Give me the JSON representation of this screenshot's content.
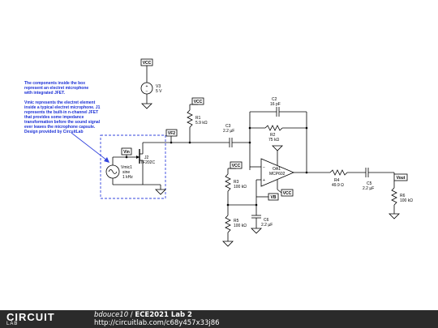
{
  "note": {
    "lines": [
      "The components inside the box",
      "represent an electret microphone",
      "with integrated JFET.",
      "",
      "Vmic represents the electret element",
      "inside a typical electret microphone. J1",
      "represents the built-in n-channel JFET",
      "that provides some impedance",
      "transformation before the sound signal",
      "ever leaves the microphone capsule.",
      "Design provided by CircuitLab"
    ]
  },
  "nets": {
    "vcc": "VCC",
    "vf2": "VF2",
    "vin": "Vin",
    "vb": "VB",
    "vout": "Vout"
  },
  "components": {
    "v3": {
      "name": "V3",
      "value": "5 V"
    },
    "r1": {
      "name": "R1",
      "value": "5.9 kΩ"
    },
    "c3": {
      "name": "C3",
      "value": "2.2 µF"
    },
    "c2": {
      "name": "C2",
      "value": "16 pF"
    },
    "r2": {
      "name": "R2",
      "value": "75 kΩ"
    },
    "j2": {
      "name": "J2",
      "value": "TF202C"
    },
    "vmic": {
      "name": "Vmic1",
      "shape": "sine",
      "freq": "1 kHz"
    },
    "r3": {
      "name": "R3",
      "value": "100 kΩ"
    },
    "r5": {
      "name": "R5",
      "value": "100 kΩ"
    },
    "c6": {
      "name": "C6",
      "value": "2.2 µF"
    },
    "oa1": {
      "name": "OA1",
      "value": "MCP602"
    },
    "r4": {
      "name": "R4",
      "value": "49.9 Ω"
    },
    "c5": {
      "name": "C5",
      "value": "2.2 µF"
    },
    "r6": {
      "name": "R6",
      "value": "100 kΩ"
    }
  },
  "footer": {
    "logo_main": "CIRCUIT",
    "logo_sub": "LAB",
    "user": "bdouce10",
    "separator": " / ",
    "title": "ECE2021 Lab 2",
    "url": "http://circuitlab.com/c68y457x33j86"
  },
  "colors": {
    "note_text": "#1a2fd6",
    "box_dash": "#3344dd",
    "footer_bg": "#2b2b2b"
  }
}
